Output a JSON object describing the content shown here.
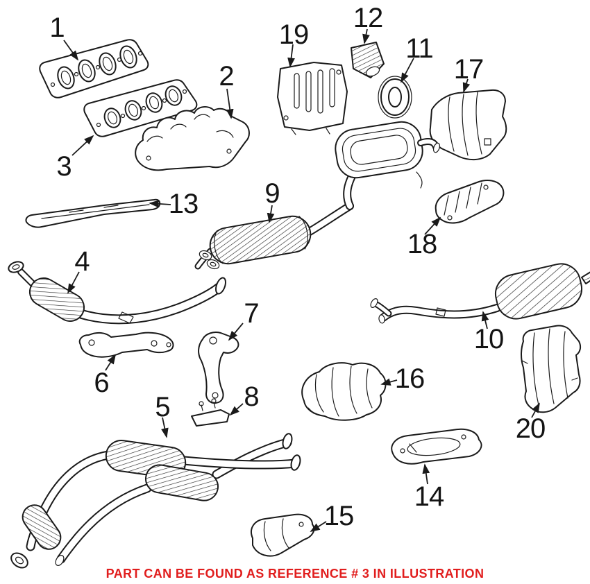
{
  "caption": {
    "text": "PART CAN BE FOUND AS REFERENCE # 3 IN ILLUSTRATION",
    "color": "#e11d1d"
  },
  "highlighted_reference": "3",
  "part_labels": [
    "1",
    "2",
    "3",
    "4",
    "5",
    "6",
    "7",
    "8",
    "9",
    "10",
    "11",
    "12",
    "13",
    "14",
    "15",
    "16",
    "17",
    "18",
    "19",
    "20"
  ]
}
